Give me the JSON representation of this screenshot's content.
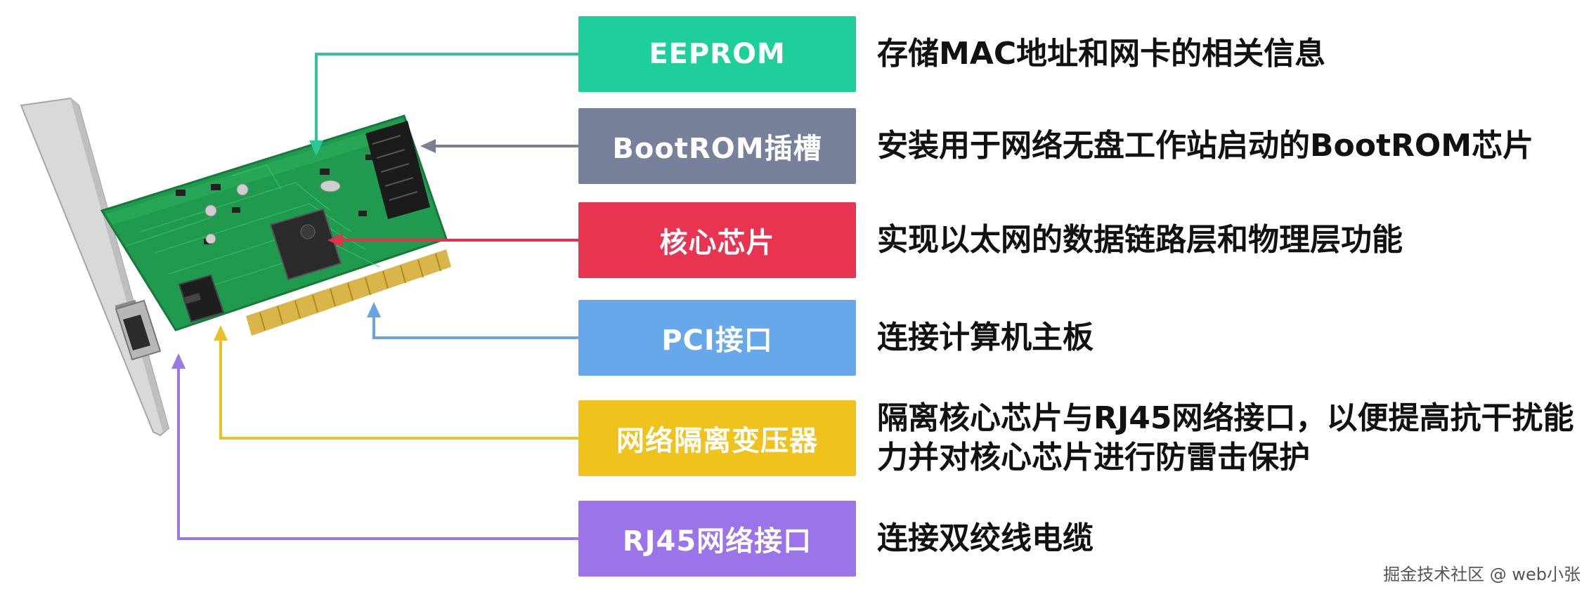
{
  "components": [
    {
      "name": "EEPROM",
      "desc": "存储MAC地址和网卡的相关信息",
      "color": "#1fcf9b",
      "arrow_color": "#2ec898"
    },
    {
      "name": "BootROM插槽",
      "desc": "安装用于网络无盘工作站启动的BootROM芯片",
      "color": "#78819b",
      "arrow_color": "#7a8092"
    },
    {
      "name": "核心芯片",
      "desc": "实现以太网的数据链路层和物理层功能",
      "color": "#e83450",
      "arrow_color": "#e0334f"
    },
    {
      "name": "PCI接口",
      "desc": "连接计算机主板",
      "color": "#67a8eb",
      "arrow_color": "#6aa4e0"
    },
    {
      "name": "网络隔离变压器",
      "desc": "隔离核心芯片与RJ45网络接口，以便提高抗干扰能力并对核心芯片进行防雷击保护",
      "color": "#f0c21c",
      "arrow_color": "#e8c02a"
    },
    {
      "name": "RJ45网络接口",
      "desc": "连接双绞线电缆",
      "color": "#9a74e8",
      "arrow_color": "#9a78e6"
    }
  ],
  "watermark": "掘金技术社区 @ web小张"
}
